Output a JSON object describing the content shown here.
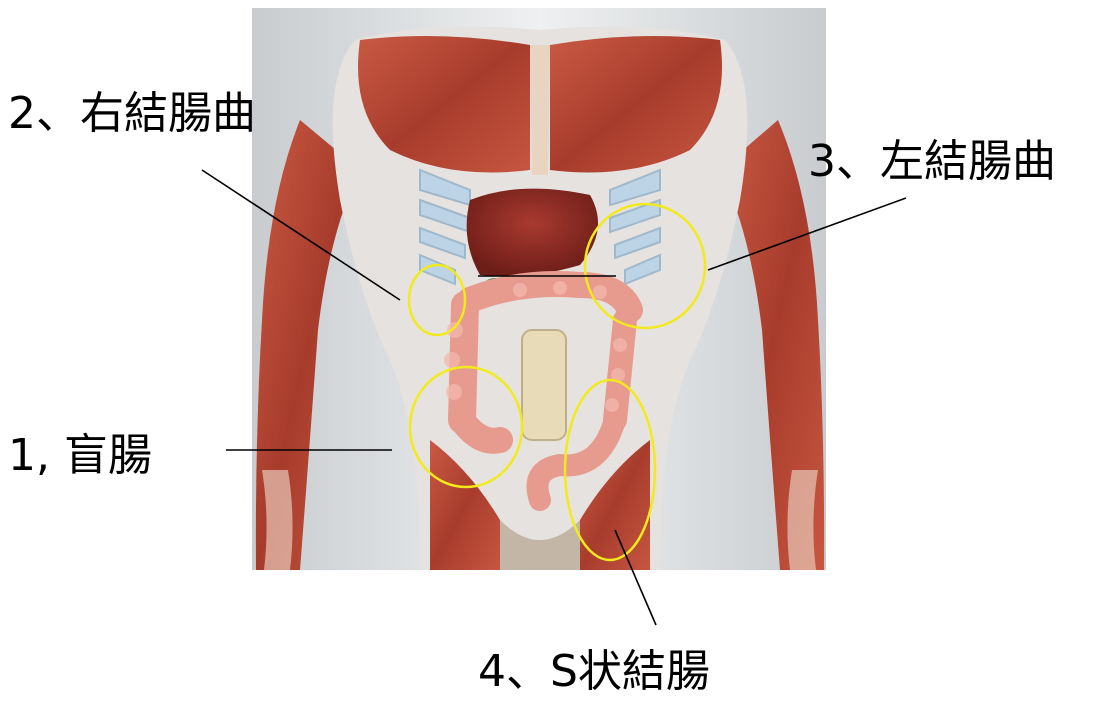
{
  "labels": {
    "cecum": "1, 盲腸",
    "right_colic_flexure": "2、右結腸曲",
    "left_colic_flexure": "3、左結腸曲",
    "sigmoid_colon": "4、S状結腸"
  },
  "colors": {
    "highlight_circle": "#f2ea1c",
    "leader_line": "#000000",
    "muscle": "#b84a38",
    "rib_cartilage": "#bcd4e6",
    "colon": "#e79a8e",
    "liver": "#8e2a22",
    "background_panel": "#e3e5e6"
  }
}
